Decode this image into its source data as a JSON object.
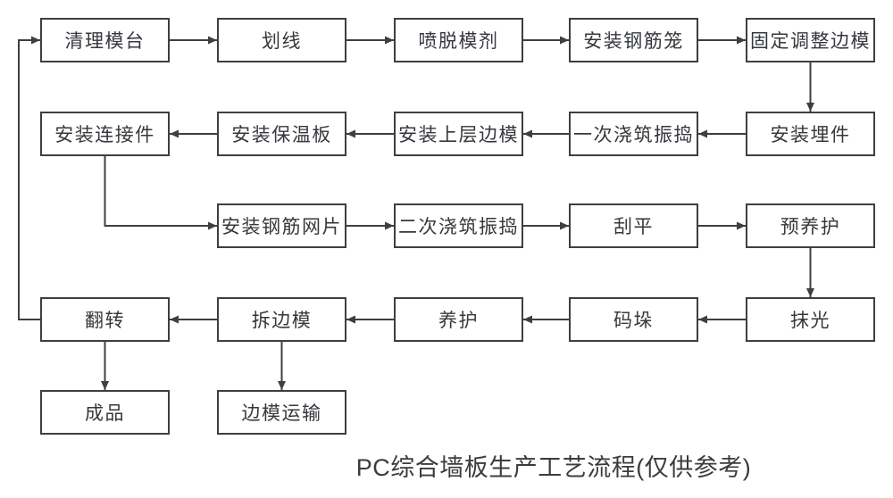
{
  "diagram": {
    "caption": "PC综合墙板生产工艺流程(仅供参考)",
    "colors": {
      "background": "#ffffff",
      "line": "#3c3f43",
      "box_border": "#3c3f43",
      "box_fill": "#ffffff",
      "box_text": "#35383c",
      "caption_text": "#3c3c3c"
    },
    "nodes": [
      {
        "id": "clean-mold-table",
        "label": "清理模台",
        "col": 0,
        "row": 0
      },
      {
        "id": "marking",
        "label": "划线",
        "col": 1,
        "row": 0
      },
      {
        "id": "spray-release-agent",
        "label": "喷脱模剂",
        "col": 2,
        "row": 0
      },
      {
        "id": "install-rebar-cage",
        "label": "安装钢筋笼",
        "col": 3,
        "row": 0
      },
      {
        "id": "fix-adjust-side-mold",
        "label": "固定调整边模",
        "col": 4,
        "row": 0
      },
      {
        "id": "install-connectors",
        "label": "安装连接件",
        "col": 0,
        "row": 1
      },
      {
        "id": "install-insulation-board",
        "label": "安装保温板",
        "col": 1,
        "row": 1
      },
      {
        "id": "install-upper-side-mold",
        "label": "安装上层边模",
        "col": 2,
        "row": 1
      },
      {
        "id": "first-pour-vibrate",
        "label": "一次浇筑振捣",
        "col": 3,
        "row": 1
      },
      {
        "id": "install-embedded-parts",
        "label": "安装埋件",
        "col": 4,
        "row": 1
      },
      {
        "id": "install-rebar-mesh",
        "label": "安装钢筋网片",
        "col": 1,
        "row": 2
      },
      {
        "id": "second-pour-vibrate",
        "label": "二次浇筑振捣",
        "col": 2,
        "row": 2
      },
      {
        "id": "screeding",
        "label": "刮平",
        "col": 3,
        "row": 2
      },
      {
        "id": "pre-curing",
        "label": "预养护",
        "col": 4,
        "row": 2
      },
      {
        "id": "flip",
        "label": "翻转",
        "col": 0,
        "row": 3
      },
      {
        "id": "remove-side-mold",
        "label": "拆边模",
        "col": 1,
        "row": 3
      },
      {
        "id": "curing",
        "label": "养护",
        "col": 2,
        "row": 3
      },
      {
        "id": "stacking",
        "label": "码垛",
        "col": 3,
        "row": 3
      },
      {
        "id": "troweling",
        "label": "抹光",
        "col": 4,
        "row": 3
      },
      {
        "id": "finished-product",
        "label": "成品",
        "col": 0,
        "row": 4
      },
      {
        "id": "side-mold-transport",
        "label": "边模运输",
        "col": 1,
        "row": 4
      }
    ],
    "edges": [
      {
        "from": "clean-mold-table",
        "to": "marking",
        "dir": "right"
      },
      {
        "from": "marking",
        "to": "spray-release-agent",
        "dir": "right"
      },
      {
        "from": "spray-release-agent",
        "to": "install-rebar-cage",
        "dir": "right"
      },
      {
        "from": "install-rebar-cage",
        "to": "fix-adjust-side-mold",
        "dir": "right"
      },
      {
        "from": "fix-adjust-side-mold",
        "to": "install-embedded-parts",
        "dir": "down"
      },
      {
        "from": "install-embedded-parts",
        "to": "first-pour-vibrate",
        "dir": "left"
      },
      {
        "from": "first-pour-vibrate",
        "to": "install-upper-side-mold",
        "dir": "left"
      },
      {
        "from": "install-upper-side-mold",
        "to": "install-insulation-board",
        "dir": "left"
      },
      {
        "from": "install-insulation-board",
        "to": "install-connectors",
        "dir": "left"
      },
      {
        "from": "install-connectors",
        "to": "install-rebar-mesh",
        "dir": "elbow-down-right"
      },
      {
        "from": "install-rebar-mesh",
        "to": "second-pour-vibrate",
        "dir": "right"
      },
      {
        "from": "second-pour-vibrate",
        "to": "screeding",
        "dir": "right"
      },
      {
        "from": "screeding",
        "to": "pre-curing",
        "dir": "right"
      },
      {
        "from": "pre-curing",
        "to": "troweling",
        "dir": "down"
      },
      {
        "from": "troweling",
        "to": "stacking",
        "dir": "left"
      },
      {
        "from": "stacking",
        "to": "curing",
        "dir": "left"
      },
      {
        "from": "curing",
        "to": "remove-side-mold",
        "dir": "left"
      },
      {
        "from": "remove-side-mold",
        "to": "flip",
        "dir": "left"
      },
      {
        "from": "flip",
        "to": "clean-mold-table",
        "dir": "loop-left"
      },
      {
        "from": "flip",
        "to": "finished-product",
        "dir": "down"
      },
      {
        "from": "remove-side-mold",
        "to": "side-mold-transport",
        "dir": "down"
      }
    ]
  }
}
